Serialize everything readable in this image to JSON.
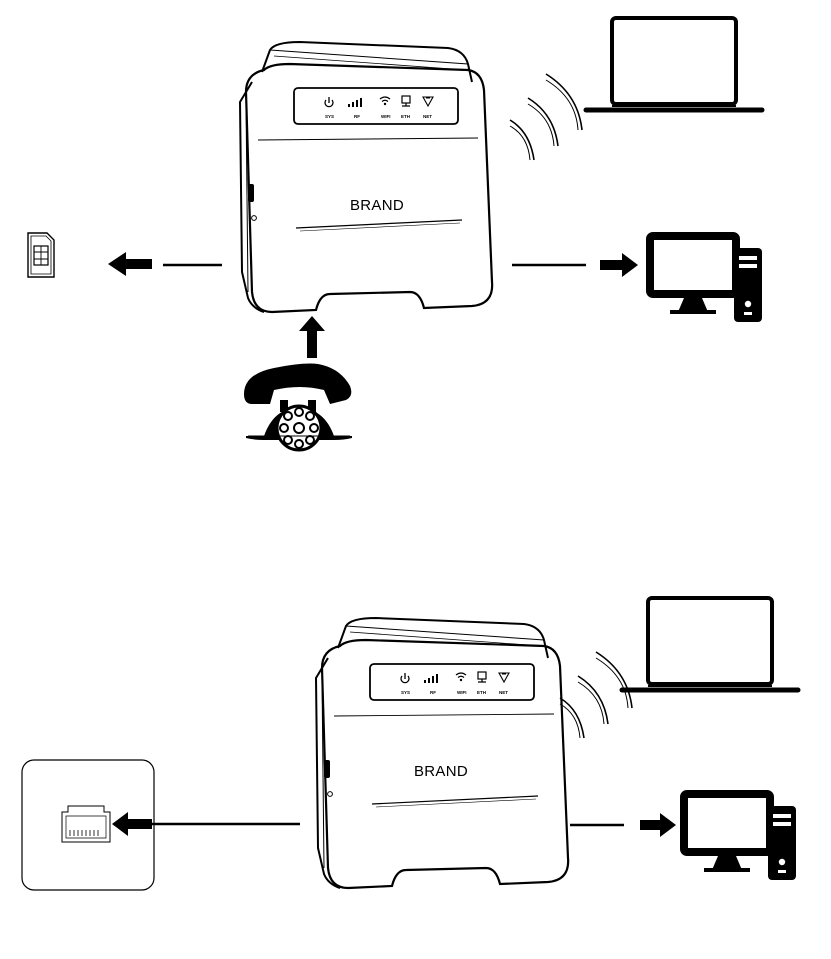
{
  "router": {
    "brand": "BRAND",
    "led_labels": [
      "SYS",
      "RF",
      "WIFI",
      "ETH",
      "NET"
    ]
  },
  "scenarios": [
    {
      "id": "top",
      "left_device": "sim-card",
      "bottom_device": "telephone",
      "wireless_device": "laptop",
      "wired_device": "desktop-computer"
    },
    {
      "id": "bottom",
      "left_device": "ethernet-wall-port",
      "wireless_device": "laptop",
      "wired_device": "desktop-computer"
    }
  ]
}
